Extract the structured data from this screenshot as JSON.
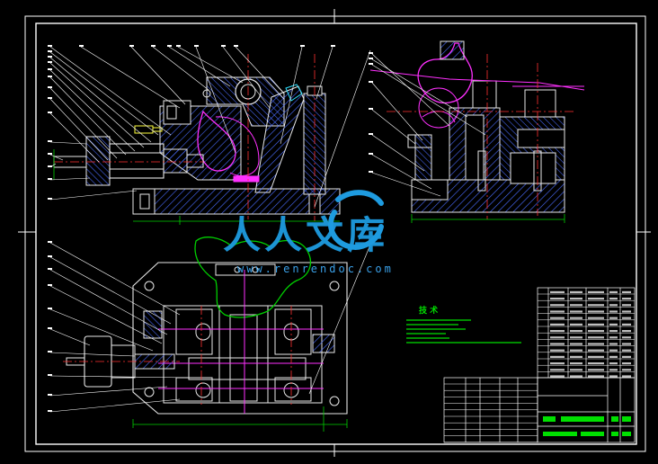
{
  "watermark": {
    "brand": "人人文库",
    "url": "www.renrendoc.com",
    "accent": "#1e9be0",
    "url_color": "#3aa0e8"
  },
  "notes": {
    "title": "技 术",
    "color": "#00e000"
  },
  "palette": {
    "background": "#000000",
    "frame": "#ffffff",
    "outline": "#e8e8e8",
    "hatch": "#4a6cff",
    "center": "#ff3030",
    "dimension": "#00d000",
    "leader": "#ffffff",
    "magenta": "#ff30ff",
    "yellow": "#ffff40",
    "cyan": "#30e0ff"
  }
}
